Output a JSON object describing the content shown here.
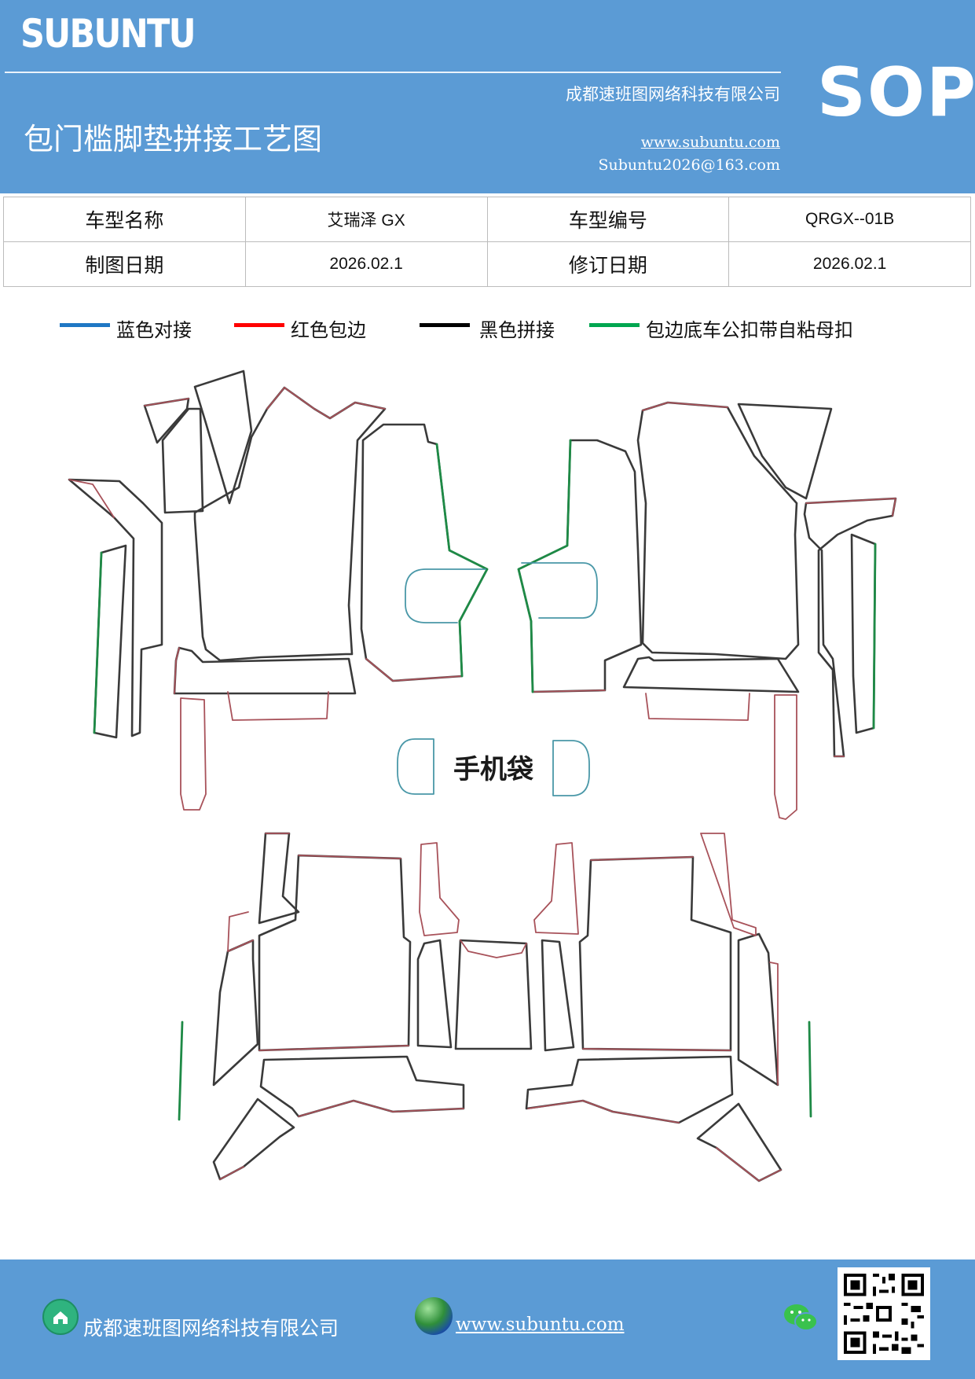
{
  "header": {
    "brand": "SUBUNTU",
    "sop": "SOP",
    "company": "成都速班图网络科技有限公司",
    "title": "包门槛脚垫拼接工艺图",
    "website": "www.subuntu.com",
    "email": "Subuntu2026@163.com",
    "background_color": "#5b9bd5"
  },
  "info_table": {
    "rows": [
      {
        "label1": "车型名称",
        "value1": "艾瑞泽 GX",
        "label2": "车型编号",
        "value2": "QRGX--01B"
      },
      {
        "label1": "制图日期",
        "value1": "2026.02.1",
        "label2": "修订日期",
        "value2": "2026.02.1"
      }
    ]
  },
  "legend": {
    "items": [
      {
        "label": "蓝色对接",
        "color": "#1f77c4"
      },
      {
        "label": "红色包边",
        "color": "#ff0000"
      },
      {
        "label": "黑色拼接",
        "color": "#000000"
      },
      {
        "label": "包边底车公扣带自粘母扣",
        "color": "#00a650"
      }
    ]
  },
  "drawing": {
    "phone_pocket_label": "手机袋",
    "line_colors": {
      "blue": "#4a98a8",
      "red": "#a8525a",
      "black": "#3a3a3a",
      "green": "#1e8a46"
    }
  },
  "footer": {
    "company": "成都速班图网络科技有限公司",
    "website": "www.subuntu.com",
    "icons": [
      "home-icon",
      "globe-icon",
      "wechat-icon",
      "qr-code"
    ]
  }
}
